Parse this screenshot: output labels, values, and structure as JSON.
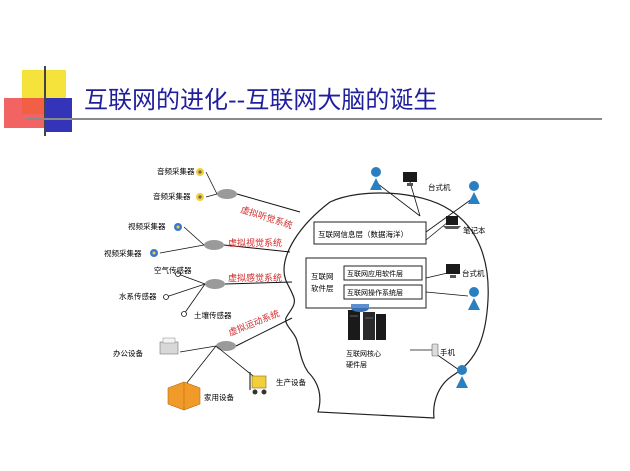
{
  "slide": {
    "title": "互联网的进化--互联网大脑的诞生",
    "colors": {
      "title": "#1f1f9e",
      "accent_yellow": "#f5e23a",
      "accent_red": "#f04848",
      "accent_blue": "#3434b8"
    }
  },
  "diagram": {
    "layers": {
      "info_layer": "互联网信息层（数据海洋）",
      "software_layer": "互联网软件层",
      "app_software": "互联网应用软件层",
      "os_layer": "互联网操作系统层",
      "core_hardware": "互联网核心硬件层"
    },
    "systems": {
      "hearing": "虚拟听觉系统",
      "vision": "虚拟视觉系统",
      "sensing": "虚拟感觉系统",
      "motion": "虚拟运动系统"
    },
    "devices": {
      "audio1": "音频采集器",
      "audio2": "音频采集器",
      "video1": "视频采集器",
      "video2": "视频采集器",
      "air": "空气传感器",
      "water": "水系传感器",
      "soil": "土壤传感器",
      "office": "办公设备",
      "home": "家用设备",
      "production": "生产设备"
    },
    "users": {
      "desktop1": "台式机",
      "laptop": "笔记本",
      "desktop2": "台式机",
      "phone": "手机"
    }
  }
}
